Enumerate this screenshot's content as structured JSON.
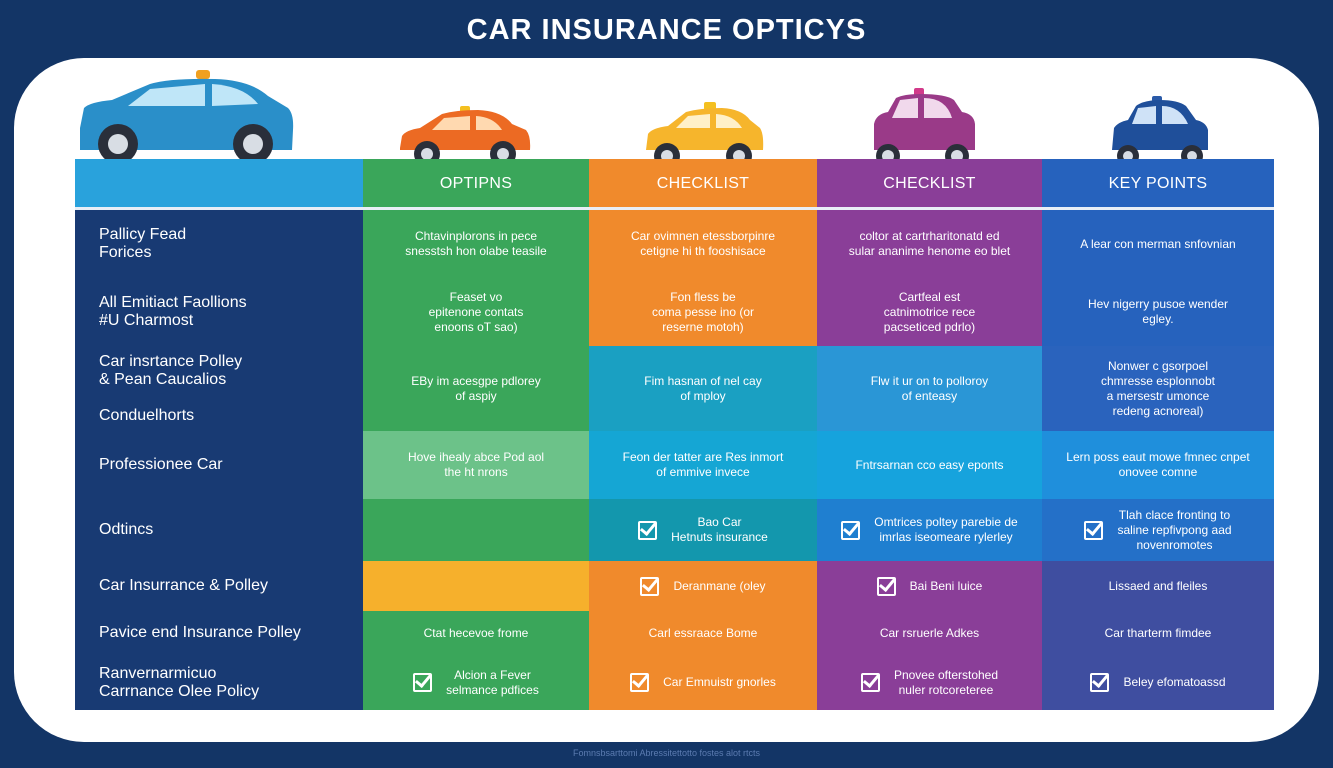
{
  "title": "CAR INSURANCE OPTICYS",
  "footer": "Fomnsbsarttomi Abressitettotto fostes alot rtcts",
  "colors": {
    "background": "#133566",
    "blue": "#1e4a96",
    "green": "#3aa65a",
    "orange": "#f08a2c",
    "purple": "#8a3e98",
    "keyblue": "#2b68c2"
  },
  "icons": [
    "blue-hatchback-icon",
    "orange-car-icon",
    "yellow-car-icon",
    "purple-car-icon",
    "blue-small-car-icon",
    "checkbox-icon"
  ],
  "headers": [
    "",
    "OPTIPNS",
    "CHECKLIST",
    "CHECKLIST",
    "KEY POINTS"
  ],
  "rows": [
    {
      "label": "Pallicy Fead\nForices",
      "cells": [
        {
          "text": "Chtavinplorons in pece\nsnesstsh hon olabe teasile",
          "check": false
        },
        {
          "text": "Car ovimnen etessborpinre\ncetigne hi th fooshisace",
          "check": false
        },
        {
          "text": "coltor at cartrharitonatd ed\nsular ananime henome eo blet",
          "check": false
        },
        {
          "text": "A lear con merman snfovnian",
          "check": false
        }
      ]
    },
    {
      "label": "All Emitiact Faollions\n#U Charmost",
      "cells": [
        {
          "text": "Feaset vo\nepitenone contats\nenoons oT sao)",
          "check": false
        },
        {
          "text": "Fon fless be\ncoma pesse ino (or\nreserne motoh)",
          "check": false
        },
        {
          "text": "Cartfeal est\ncatnimotrice rece\npacseticed pdrlo)",
          "check": false
        },
        {
          "text": "Hev nigerry pusoe wender\negley.",
          "check": false
        }
      ]
    },
    {
      "label": "Car insrtance Polley\n& Pean Caucalios\n\nConduelhorts",
      "cells": [
        {
          "text": "EBy im acesgpe pdlorey\nof aspiy",
          "check": false
        },
        {
          "text": "Fim hasnan of nel cay\nof mploy",
          "check": false
        },
        {
          "text": "Flw it ur on to polloroy\nof enteasy",
          "check": false
        },
        {
          "text": "Nonwer c gsorpoel\nchmresse esplonnobt\na mersestr umonce\nredeng acnoreal)",
          "check": false
        }
      ]
    },
    {
      "label": "Professionee Car",
      "cells": [
        {
          "text": "Hove ihealy abce Pod aol\nthe ht nrons",
          "check": false
        },
        {
          "text": "Feon der tatter are Res inmort\nof emmive invece",
          "check": false
        },
        {
          "text": "Fntrsarnan cco easy eponts",
          "check": false
        },
        {
          "text": "Lern poss eaut mowe fmnec cnpet\nonovee comne",
          "check": false
        }
      ]
    },
    {
      "label": "Odtincs",
      "cells": [
        {
          "text": "",
          "check": false
        },
        {
          "text": "Bao Car\nHetnuts insurance",
          "check": true
        },
        {
          "text": "Omtrices poltey parebie de\nimrlas iseomeare rylerley",
          "check": true
        },
        {
          "text": "Tlah clace fronting to\nsaline repfivpong aad\nnovenromotes",
          "check": true
        }
      ]
    },
    {
      "label": "Car Insurrance & Polley",
      "cells": [
        {
          "text": "",
          "check": false
        },
        {
          "text": "Deranmane (oley",
          "check": true
        },
        {
          "text": "Bai Beni luice",
          "check": true
        },
        {
          "text": "Lissaed and fleiles",
          "check": false
        }
      ]
    },
    {
      "label": "Pavice end Insurance Polley",
      "cells": [
        {
          "text": "Ctat hecevoe frome",
          "check": false
        },
        {
          "text": "Carl essraace Bome",
          "check": false
        },
        {
          "text": "Car rsruerle Adkes",
          "check": false
        },
        {
          "text": "Car tharterm fimdee",
          "check": false
        }
      ]
    },
    {
      "label": "Ranvernarmicuo\nCarrnance Olee Policy",
      "cells": [
        {
          "text": "Alcion a Fever\nselmance pdfices",
          "check": true
        },
        {
          "text": "Car Emnuistr gnorles",
          "check": true
        },
        {
          "text": "Pnovee ofterstohed\nnuler rotcoreteree",
          "check": true
        },
        {
          "text": "Beley efomatoassd",
          "check": true
        }
      ]
    }
  ]
}
